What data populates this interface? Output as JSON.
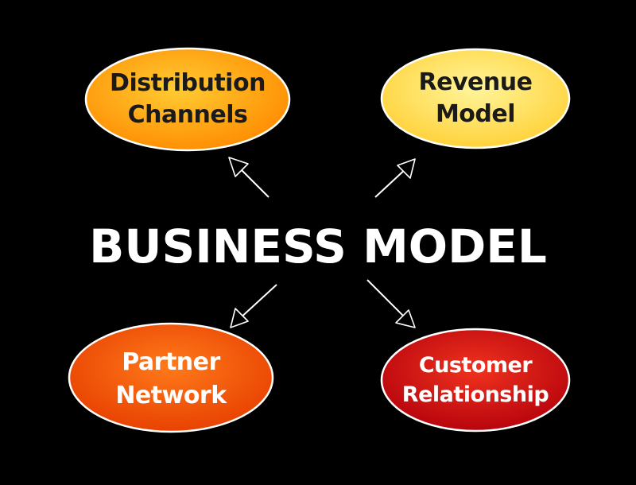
{
  "diagram": {
    "background": "#000000",
    "center": {
      "label": "BUSINESS MODEL",
      "color": "#ffffff"
    },
    "nodes": [
      {
        "id": "distribution-channels",
        "lines": [
          "Distribution",
          "Channels"
        ],
        "fill_inner": "#ffcc33",
        "fill_outer": "#ff8a00",
        "text_color": "#1a1a1a"
      },
      {
        "id": "revenue-model",
        "lines": [
          "Revenue",
          "Model"
        ],
        "fill_inner": "#fff59a",
        "fill_outer": "#ffcf33",
        "text_color": "#1a1a1a"
      },
      {
        "id": "partner-network",
        "lines": [
          "Partner",
          "Network"
        ],
        "fill_inner": "#ff7a1a",
        "fill_outer": "#e63d00",
        "text_color": "#ffffff"
      },
      {
        "id": "customer-relationship",
        "lines": [
          "Customer",
          "Relationship"
        ],
        "fill_inner": "#f0331f",
        "fill_outer": "#b3000b",
        "text_color": "#ffffff"
      }
    ],
    "connector_color": "#ffffff"
  }
}
